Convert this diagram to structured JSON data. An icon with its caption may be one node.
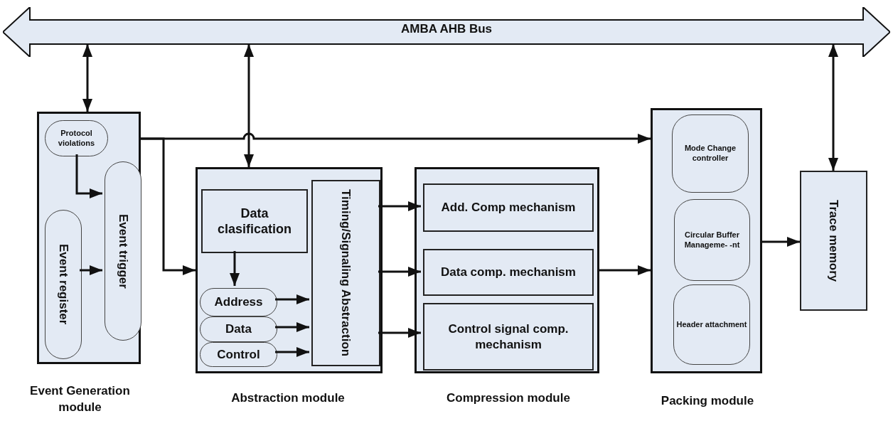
{
  "diagram": {
    "nodes": [
      {
        "text": [
          "AMBA AHB Bus"
        ]
      },
      {
        "text": [],
        "shape": "box",
        "beside": [
          "Event Generation module"
        ]
      },
      {
        "text": [
          "Protocol violations"
        ],
        "in": 1
      },
      {
        "text": [
          "Event register"
        ],
        "in": 1
      },
      {
        "text": [
          "Event trigger"
        ],
        "in": 1
      },
      {
        "text": [],
        "shape": "box",
        "beside": [
          "Abstraction module"
        ]
      },
      {
        "text": [
          "Data clasification"
        ],
        "in": 5
      },
      {
        "text": [
          "Address"
        ],
        "in": 5
      },
      {
        "text": [
          "Data"
        ],
        "in": 5
      },
      {
        "text": [
          "Control"
        ],
        "in": 5
      },
      {
        "text": [
          "Timing/Signaling Abstraction"
        ],
        "in": 5
      },
      {
        "text": [],
        "shape": "box",
        "beside": [
          "Compression module"
        ]
      },
      {
        "text": [
          "Add. Comp mechanism"
        ],
        "in": 11
      },
      {
        "text": [
          "Data comp. mechanism"
        ],
        "in": 11
      },
      {
        "text": [
          "Control signal comp. mechanism"
        ],
        "in": 11
      },
      {
        "text": [],
        "shape": "box",
        "beside": [
          "Packing module"
        ]
      },
      {
        "text": [
          "Mode Change controller"
        ],
        "in": 15
      },
      {
        "text": [
          "Circular Buffer Manageme- -nt"
        ],
        "in": 15
      },
      {
        "text": [
          "Header attachment"
        ],
        "in": 15
      },
      {
        "text": [
          "Trace memory"
        ]
      }
    ],
    "edges": [
      {
        "from": 0,
        "to": 1,
        "arrow": "both"
      },
      {
        "from": 0,
        "to": 5,
        "arrow": "both"
      },
      {
        "from": 0,
        "to": 19,
        "arrow": "both"
      },
      {
        "from": 1,
        "to": 15,
        "arrow": "to"
      },
      {
        "from": 1,
        "to": 5,
        "arrow": "to"
      },
      {
        "from": 2,
        "to": 4,
        "arrow": "to"
      },
      {
        "from": 3,
        "to": 4,
        "arrow": "to"
      },
      {
        "from": 6,
        "to": 7,
        "arrow": "to"
      },
      {
        "from": 7,
        "to": 10,
        "arrow": "to"
      },
      {
        "from": 8,
        "to": 10,
        "arrow": "to"
      },
      {
        "from": 9,
        "to": 10,
        "arrow": "to"
      },
      {
        "from": 10,
        "to": 12,
        "arrow": "to"
      },
      {
        "from": 10,
        "to": 13,
        "arrow": "to"
      },
      {
        "from": 10,
        "to": 14,
        "arrow": "to"
      },
      {
        "from": 11,
        "to": 15,
        "arrow": "to"
      },
      {
        "from": 15,
        "to": 19,
        "arrow": "to"
      }
    ]
  }
}
